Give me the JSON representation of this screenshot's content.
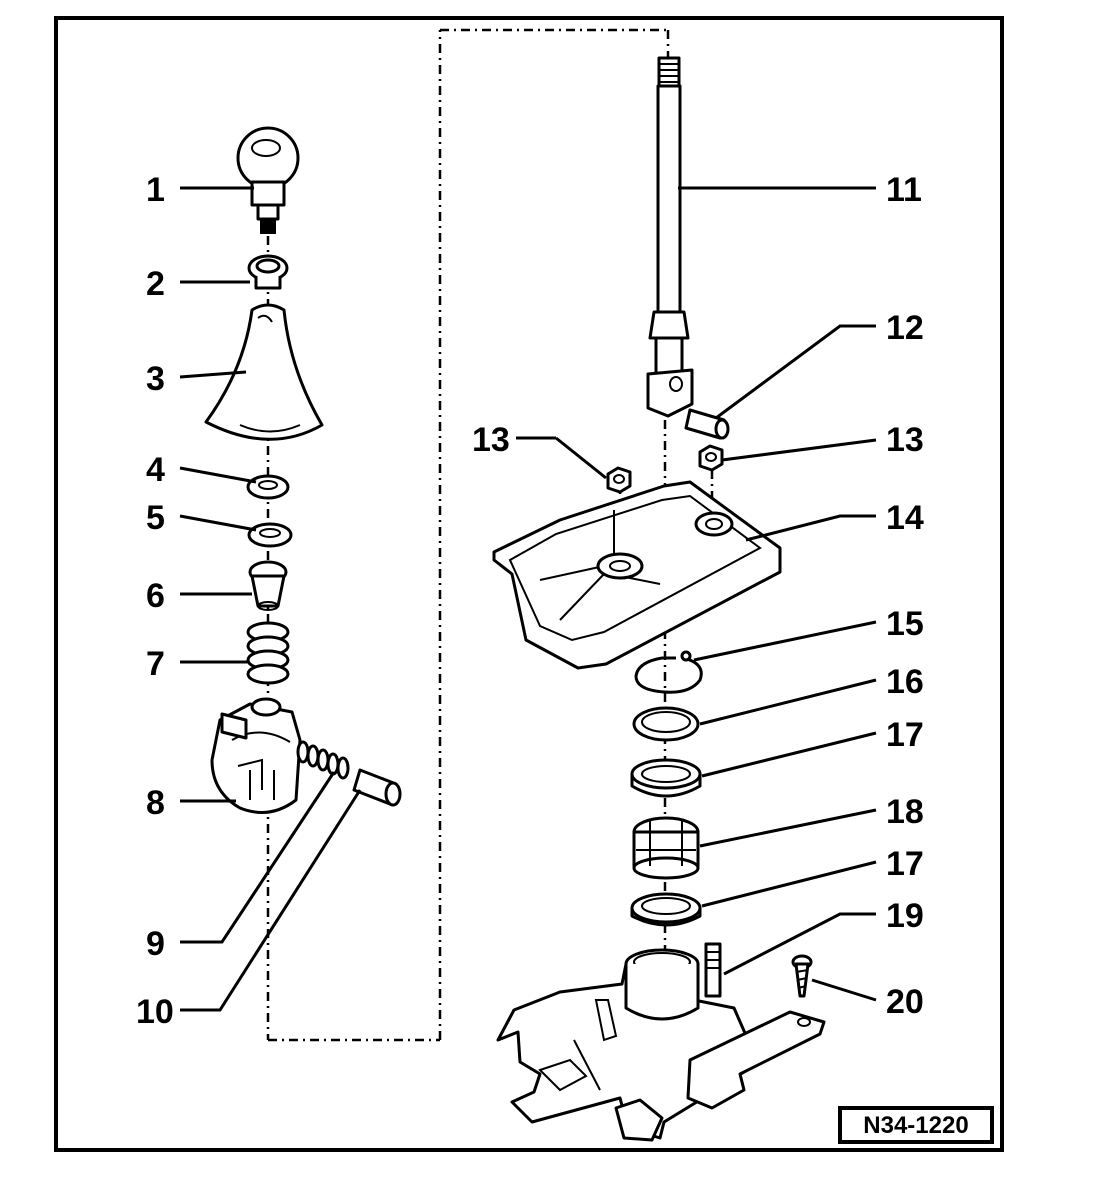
{
  "diagram": {
    "reference_code": "N34-1220",
    "labels": [
      "1",
      "2",
      "3",
      "4",
      "5",
      "6",
      "7",
      "8",
      "9",
      "10",
      "11",
      "12",
      "13",
      "13",
      "14",
      "15",
      "16",
      "17",
      "18",
      "17",
      "19",
      "20"
    ]
  },
  "colors": {
    "ink": "#000000",
    "paper": "#ffffff"
  }
}
